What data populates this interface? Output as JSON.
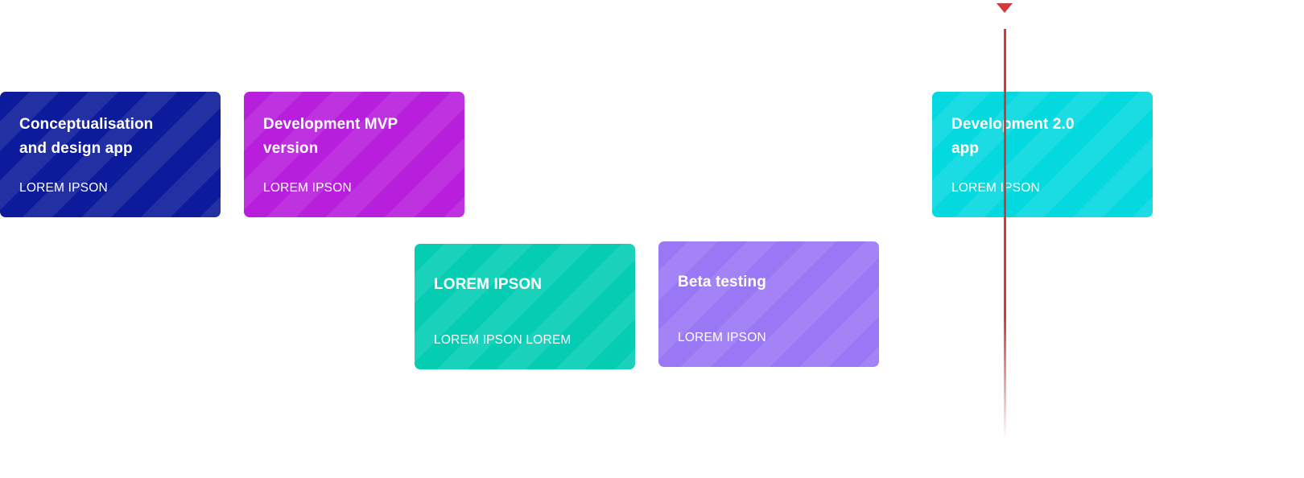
{
  "timeline": {
    "cards": [
      {
        "id": "conceptualisation",
        "title": "Conceptualisation and design app",
        "subtitle": "LOREM IPSON",
        "color": "#0c1b9b"
      },
      {
        "id": "development-mvp",
        "title": "Development MVP version",
        "subtitle": "LOREM IPSON",
        "color": "#b81fdc"
      },
      {
        "id": "development-2",
        "title": "Development 2.0 app",
        "subtitle": "LOREM IPSON",
        "color": "#05d9e0"
      },
      {
        "id": "lorem-ipson",
        "title": "LOREM IPSON",
        "subtitle": "LOREM IPSON LOREM",
        "color": "#04cdb4"
      },
      {
        "id": "beta-testing",
        "title": "Beta testing",
        "subtitle": "LOREM IPSON",
        "color": "#9a77f5"
      }
    ],
    "current_marker": {
      "color": "#d2393d",
      "icon": "triangle-down-icon"
    }
  }
}
